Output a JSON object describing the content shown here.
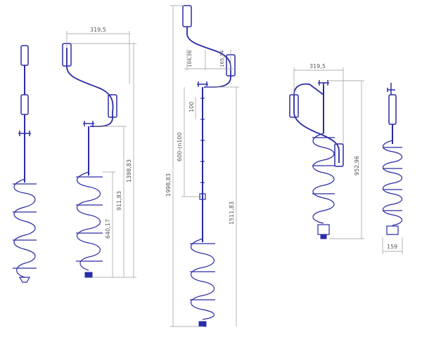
{
  "colors": {
    "line": "#2a2aa8",
    "dimension": "#999999",
    "text": "#555555"
  },
  "dimensions": {
    "handle_width_b": "319,5",
    "total_length_b": "1398,83",
    "lower_length_b": "911,83",
    "auger_length_b": "640,17",
    "total_length_c": "1998,83",
    "rod_adjust_c": "600-(n100",
    "rod_step_c": "100",
    "offset_left_c": "104,36",
    "offset_right_c": "165,14",
    "lower_length_c": "1511,83",
    "handle_width_d": "319,5",
    "total_length_d": "952,96",
    "diameter_e": "159"
  }
}
